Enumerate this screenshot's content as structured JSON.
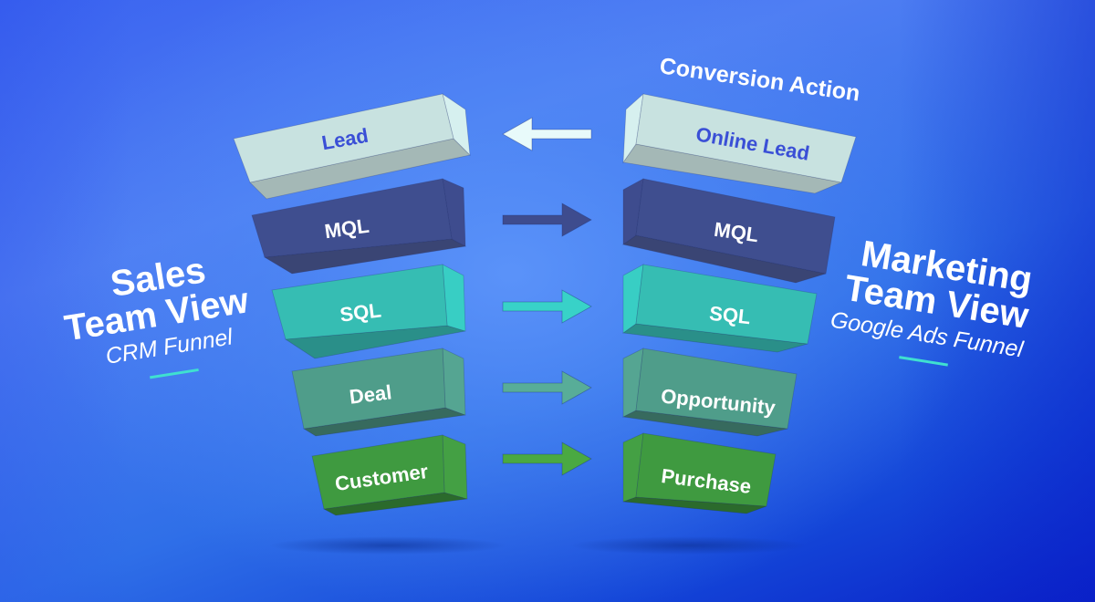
{
  "header": {
    "conversion_action_label": "Conversion Action"
  },
  "sales_view": {
    "title_line1": "Sales",
    "title_line2": "Team View",
    "subtitle": "CRM Funnel",
    "underline_color": "#3fe0d0"
  },
  "marketing_view": {
    "title_line1": "Marketing",
    "title_line2": "Team View",
    "subtitle": "Google Ads Funnel",
    "underline_color": "#3fe0d0"
  },
  "crm_funnel": [
    {
      "label": "Lead",
      "front": "#c8e2e0",
      "side": "#d6f0ef",
      "bottom": "#a4b8b6",
      "text": "#3a4fd6"
    },
    {
      "label": "MQL",
      "front": "#3f4e8f",
      "side": "#3e4c8e",
      "bottom": "#3a4574",
      "text": "#ffffff"
    },
    {
      "label": "SQL",
      "front": "#36bdb3",
      "side": "#38cec4",
      "bottom": "#2a8f89",
      "text": "#ffffff"
    },
    {
      "label": "Deal",
      "front": "#4f9d8a",
      "side": "#55a592",
      "bottom": "#376a5e",
      "text": "#ffffff"
    },
    {
      "label": "Customer",
      "front": "#3f9a40",
      "side": "#44a044",
      "bottom": "#2b6a2c",
      "text": "#ffffff"
    }
  ],
  "ads_funnel": [
    {
      "label": "Online Lead",
      "front": "#c8e2e0",
      "side": "#d6f0ef",
      "bottom": "#a4b8b6",
      "text": "#3a4fd6"
    },
    {
      "label": "MQL",
      "front": "#3f4e8f",
      "side": "#3e4c8e",
      "bottom": "#3a4574",
      "text": "#ffffff"
    },
    {
      "label": "SQL",
      "front": "#36bdb3",
      "side": "#38cec4",
      "bottom": "#2a8f89",
      "text": "#ffffff"
    },
    {
      "label": "Opportunity",
      "front": "#4f9d8a",
      "side": "#55a592",
      "bottom": "#376a5e",
      "text": "#ffffff"
    },
    {
      "label": "Purchase",
      "front": "#3f9a40",
      "side": "#44a044",
      "bottom": "#2b6a2c",
      "text": "#ffffff"
    }
  ],
  "arrows": [
    {
      "direction": "left",
      "color": "#e8fafa",
      "meaning": "Online Lead to Lead"
    },
    {
      "direction": "right",
      "color": "#3e4c8e",
      "meaning": "MQL to MQL"
    },
    {
      "direction": "right",
      "color": "#38d2c8",
      "meaning": "SQL to SQL"
    },
    {
      "direction": "right",
      "color": "#58ad98",
      "meaning": "Deal to Opportunity"
    },
    {
      "direction": "right",
      "color": "#4aa942",
      "meaning": "Customer to Purchase"
    }
  ]
}
